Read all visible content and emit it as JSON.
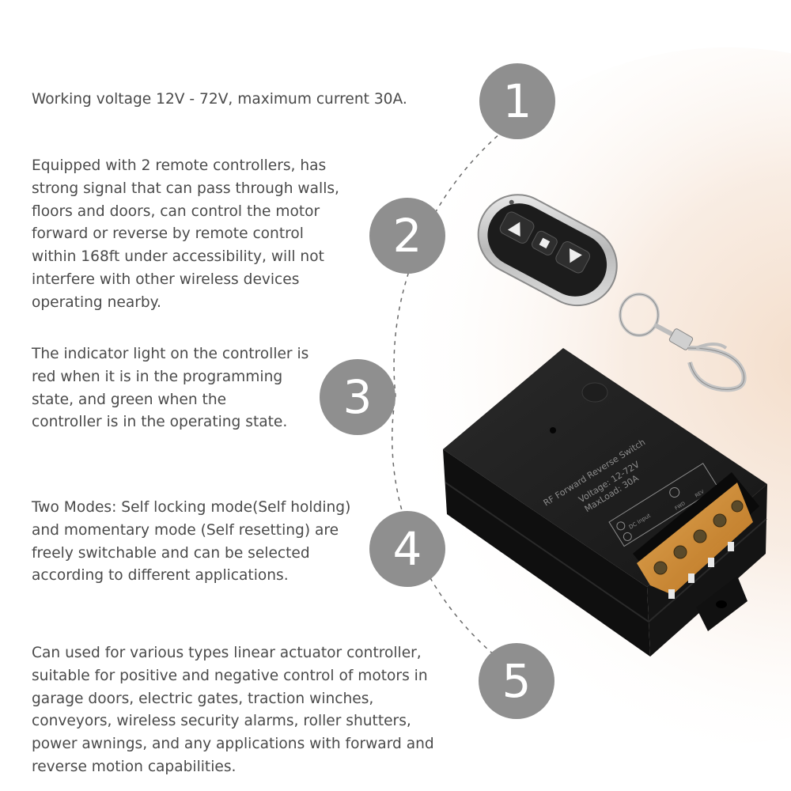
{
  "features": [
    {
      "number": "1",
      "text": "Working voltage 12V - 72V, maximum current 30A."
    },
    {
      "number": "2",
      "text": "Equipped with 2 remote controllers, has\nstrong signal that can pass through walls,\nfloors and doors, can control the motor\nforward or reverse by remote control\nwithin 168ft under accessibility, will not\ninterfere with other wireless devices\noperating nearby."
    },
    {
      "number": "3",
      "text": "The indicator light on the controller is\nred when it is in the programming\nstate, and green when the\ncontroller is in the operating state."
    },
    {
      "number": "4",
      "text": "Two Modes: Self locking mode(Self holding)\nand momentary mode (Self resetting) are\nfreely switchable and can be selected\naccording to different applications."
    },
    {
      "number": "5",
      "text": "Can used for various types linear actuator controller,\nsuitable for positive and negative control of motors in\ngarage doors, electric gates, traction winches,\nconveyors, wireless security alarms, roller shutters,\npower awnings, and any applications with forward and\nreverse motion capabilities."
    }
  ],
  "device_label": {
    "title": "RF Forward Reverse Switch",
    "voltage": "Voltage: 12-72V",
    "maxload": "MaxLoad: 30A",
    "dc_input": "DC Input",
    "fwd": "FWD",
    "rev": "REV"
  },
  "colors": {
    "badge": "#8f8f8f",
    "text": "#4a4a4a",
    "glow": "#f3dcc8",
    "terminal_cover": "#e8a040"
  }
}
